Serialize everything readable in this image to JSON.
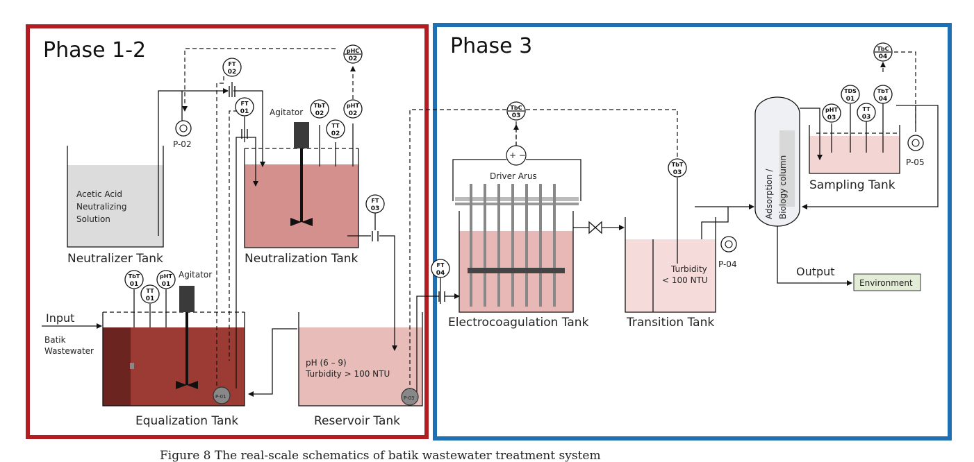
{
  "phases": [
    {
      "label": "Phase 1-2",
      "color": "#b01e23"
    },
    {
      "label": "Phase 3",
      "color": "#1e6fb4"
    }
  ],
  "tanks": {
    "neutralizer": {
      "title": "Neutralizer Tank",
      "content": [
        "Acetic Acid",
        "Neutralizing",
        "Solution"
      ],
      "color": "#dcdcdc"
    },
    "neutralization": {
      "title": "Neutralization Tank",
      "color": "#d4908d"
    },
    "equalization": {
      "title": "Equalization Tank",
      "color": "#9b3b33"
    },
    "reservoir": {
      "title": "Reservoir Tank",
      "note1": "pH (6 – 9)",
      "note2": "Turbidity > 100 NTU",
      "color": "#e8bcb8"
    },
    "electrocoagulation": {
      "title": "Electrocoagulation Tank",
      "color": "#e8b8b6"
    },
    "transition": {
      "title": "Transition Tank",
      "note1": "Turbidity",
      "note2": "< 100 NTU",
      "color": "#f5dcda"
    },
    "sampling": {
      "title": "Sampling Tank",
      "color": "#f3d6d4"
    },
    "column": {
      "label1": "Adsorption /",
      "label2": "Biology column"
    }
  },
  "labels": {
    "agitator": "Agitator",
    "input": "Input",
    "batik1": "Batik",
    "batik2": "Wastewater",
    "driver": "Driver Arus",
    "output": "Output",
    "environment": "Environment",
    "pm": "+ −"
  },
  "pumps": {
    "p02": "P-02",
    "p04": "P-04",
    "p05": "P-05",
    "p01": "P-01",
    "p03": "P-03"
  },
  "instruments": {
    "pHC02": [
      "pHC",
      "02"
    ],
    "FT02": [
      "FT",
      "02"
    ],
    "FT01": [
      "FT",
      "01"
    ],
    "TbT02": [
      "TbT",
      "02"
    ],
    "TT02": [
      "TT",
      "02"
    ],
    "pHT02": [
      "pHT",
      "02"
    ],
    "FT03": [
      "FT",
      "03"
    ],
    "TbT01": [
      "TbT",
      "01"
    ],
    "TT01": [
      "TT",
      "01"
    ],
    "pHT01": [
      "pHT",
      "01"
    ],
    "FT04": [
      "FT",
      "04"
    ],
    "TbC03": [
      "TbC",
      "03"
    ],
    "TbT03": [
      "TbT",
      "03"
    ],
    "pHT03": [
      "pHT",
      "03"
    ],
    "TDS01": [
      "TDS",
      "01"
    ],
    "TT03": [
      "TT",
      "03"
    ],
    "TbT04": [
      "TbT",
      "04"
    ],
    "TbC04": [
      "TbC",
      "04"
    ]
  },
  "caption": "Figure 8 The real-scale schematics of batik wastewater treatment system"
}
